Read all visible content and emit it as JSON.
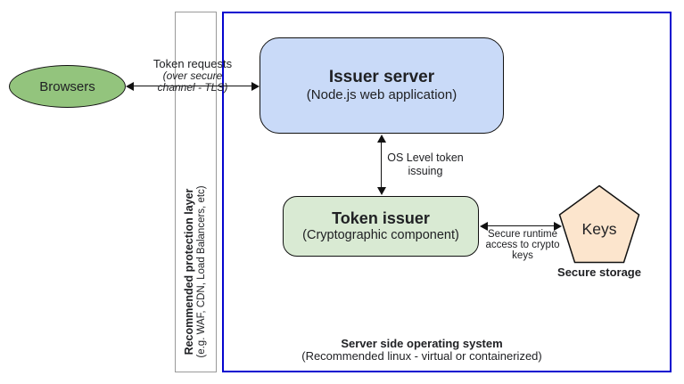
{
  "diagram": {
    "browsers": {
      "label": "Browsers"
    },
    "token_requests_label": {
      "line1": "Token requests",
      "line2": "(over secure",
      "line3": "channel - TLS)"
    },
    "issuer_server": {
      "title": "Issuer server",
      "subtitle": "(Node.js web application)"
    },
    "os_token_label": {
      "line1": "OS Level token",
      "line2": "issuing"
    },
    "token_issuer": {
      "title": "Token issuer",
      "subtitle": "(Cryptographic component)"
    },
    "secure_runtime_label": {
      "line1": "Secure runtime",
      "line2": "access to crypto",
      "line3": "keys"
    },
    "keys": {
      "label": "Keys"
    },
    "secure_storage_label": "Secure storage",
    "protection_layer": {
      "title": "Recommended protection layer",
      "subtitle": "(e.g. WAF, CDN, Load Balancers, etc)"
    },
    "os_footer": {
      "title": "Server side operating system",
      "subtitle": "(Recommended linux - virtual or containerized)"
    },
    "colors": {
      "browsers_fill": "#93c47d",
      "issuer_fill": "#c9daf8",
      "token_issuer_fill": "#d9ead3",
      "keys_fill": "#fce5cd",
      "os_border": "#0504cf",
      "band_border": "#9a9a9a"
    }
  }
}
